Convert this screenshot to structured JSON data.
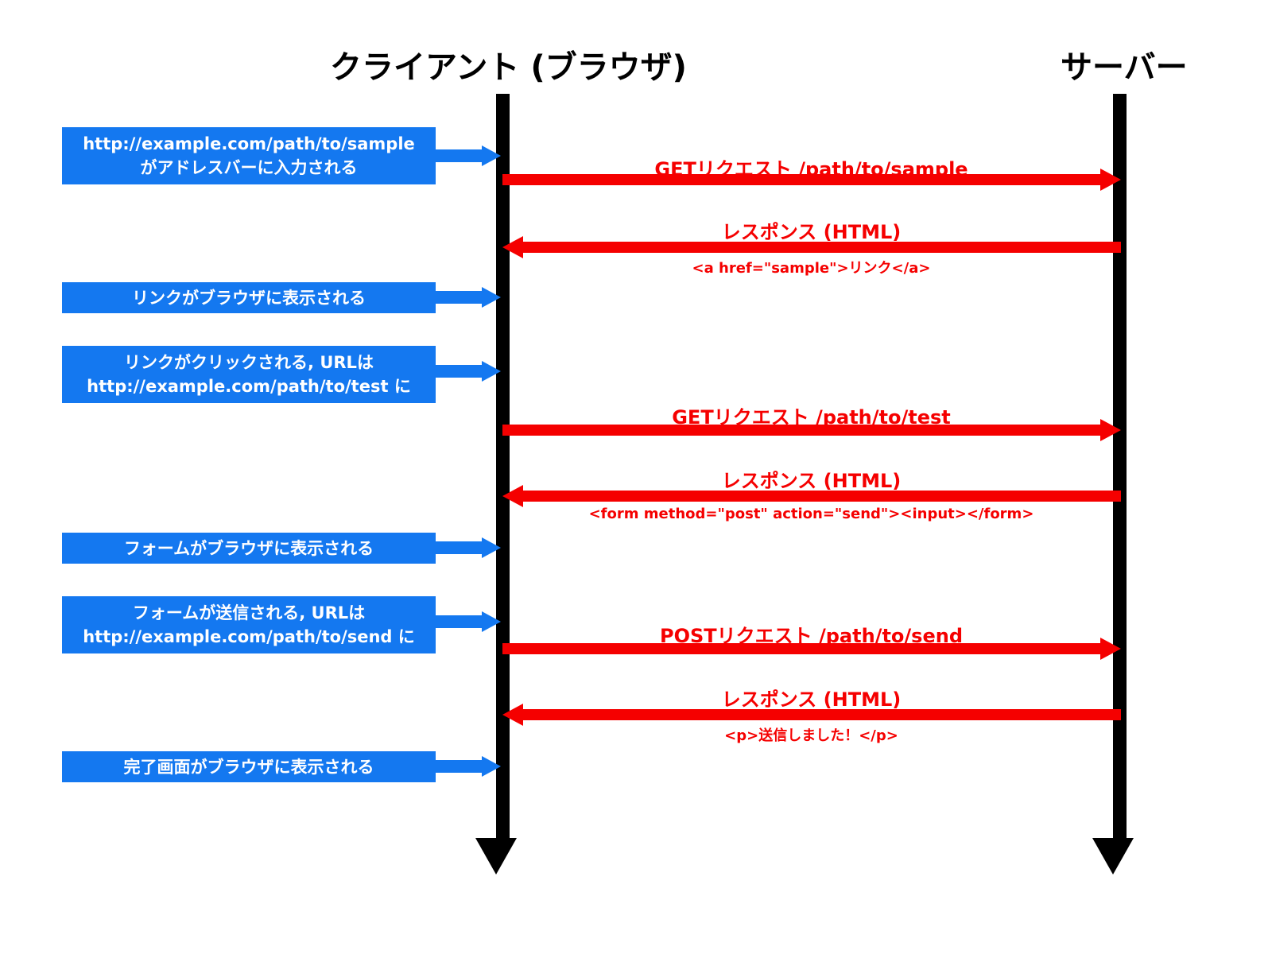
{
  "diagram": {
    "type": "sequence-diagram",
    "colors": {
      "note_fill": "#1478F0",
      "note_text": "#FFFFFF",
      "message": "#F50000",
      "lifeline": "#000000",
      "background": "#FFFFFF"
    },
    "actors": [
      {
        "id": "client",
        "label": "クライアント (ブラウザ)"
      },
      {
        "id": "server",
        "label": "サーバー"
      }
    ],
    "notes": [
      {
        "id": "note-url-entered",
        "lines": [
          "http://example.com/path/to/sample",
          "がアドレスバーに入力される"
        ]
      },
      {
        "id": "note-link-displayed",
        "lines": [
          "リンクがブラウザに表示される"
        ]
      },
      {
        "id": "note-link-clicked",
        "lines": [
          "リンクがクリックされる, URLは",
          "http://example.com/path/to/test に"
        ]
      },
      {
        "id": "note-form-displayed",
        "lines": [
          "フォームがブラウザに表示される"
        ]
      },
      {
        "id": "note-form-submitted",
        "lines": [
          "フォームが送信される, URLは",
          "http://example.com/path/to/send に"
        ]
      },
      {
        "id": "note-complete-displayed",
        "lines": [
          "完了画面がブラウザに表示される"
        ]
      }
    ],
    "messages": [
      {
        "id": "msg-get-sample",
        "label": "GETリクエスト /path/to/sample",
        "sublabel": "",
        "direction": "client-to-server"
      },
      {
        "id": "msg-response-sample",
        "label": "レスポンス (HTML)",
        "sublabel": "<a href=\"sample\">リンク</a>",
        "direction": "server-to-client"
      },
      {
        "id": "msg-get-test",
        "label": "GETリクエスト /path/to/test",
        "sublabel": "",
        "direction": "client-to-server"
      },
      {
        "id": "msg-response-test",
        "label": "レスポンス (HTML)",
        "sublabel": "<form method=\"post\" action=\"send\"><input></form>",
        "direction": "server-to-client"
      },
      {
        "id": "msg-post-send",
        "label": "POSTリクエスト /path/to/send",
        "sublabel": "",
        "direction": "client-to-server"
      },
      {
        "id": "msg-response-send",
        "label": "レスポンス (HTML)",
        "sublabel": "<p>送信しました！</p>",
        "direction": "server-to-client"
      }
    ]
  }
}
